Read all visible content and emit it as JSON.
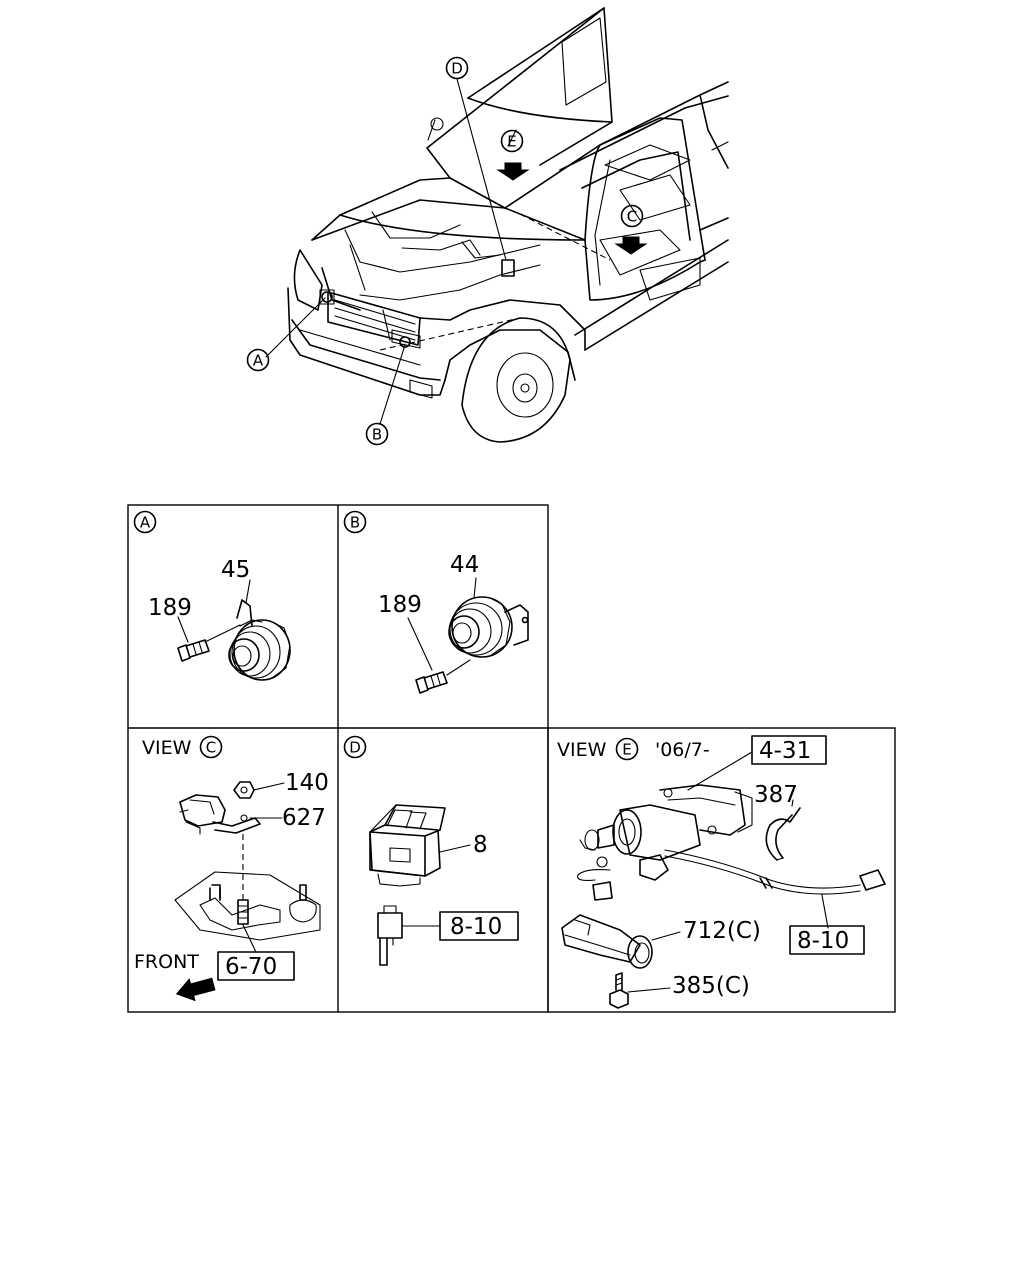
{
  "overview": {
    "callouts": [
      "A",
      "B",
      "C",
      "D",
      "E"
    ]
  },
  "panels": {
    "A": {
      "letter": "A",
      "parts": [
        "45",
        "189"
      ]
    },
    "B": {
      "letter": "B",
      "parts": [
        "44",
        "189"
      ]
    },
    "C": {
      "view_label": "VIEW",
      "letter": "C",
      "parts": [
        "140",
        "627"
      ],
      "ref_box": "6-70",
      "front_label": "FRONT"
    },
    "D": {
      "letter": "D",
      "parts": [
        "8"
      ],
      "ref_box": "8-10"
    },
    "E": {
      "view_label": "VIEW",
      "letter": "E",
      "date_label": "'06/7-",
      "ref_box_top": "4-31",
      "parts": [
        "387",
        "712(C)",
        "385(C)"
      ],
      "ref_box": "8-10"
    }
  }
}
